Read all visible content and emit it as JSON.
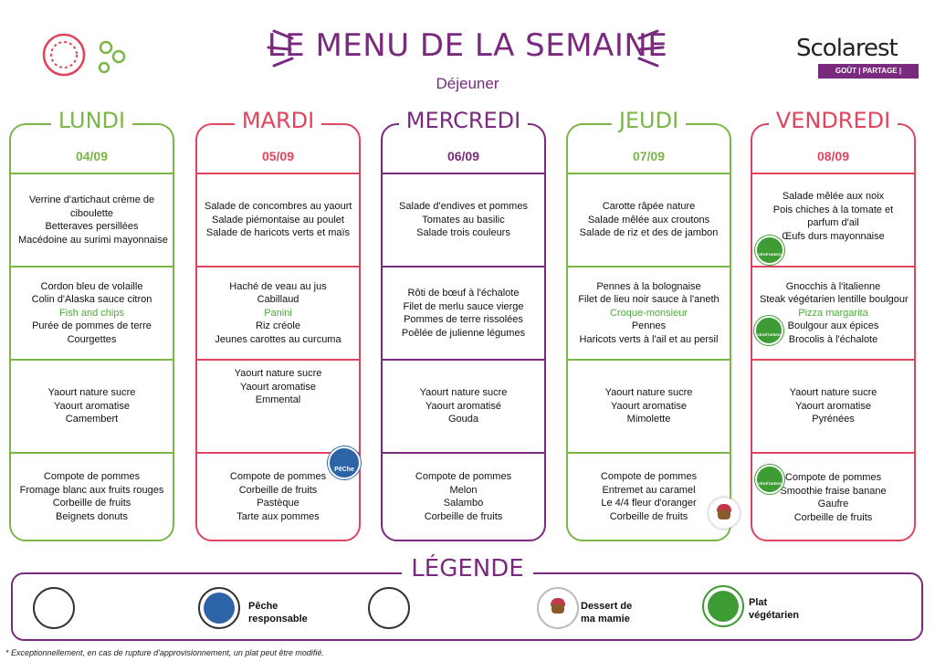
{
  "header": {
    "title": "LE MENU DE LA SEMAINE",
    "subtitle": "Déjeuner",
    "logo_word": "Scolarest",
    "logo_tagline": "GOÛT | PARTAGE | PROXIMITÉ"
  },
  "days": [
    {
      "name": "LUNDI",
      "date": "04/09",
      "color": "#7ab648",
      "sections": [
        [
          "Verrine d'artichaut crème de",
          "ciboulette",
          "Betteraves persillées",
          "Macédoine au surimi mayonnaise"
        ],
        [
          "Cordon bleu de volaille",
          "Colin d'Alaska sauce citron",
          "Fish and chips",
          "Purée de pommes de terre",
          "Courgettes"
        ],
        [
          "Yaourt nature sucre",
          "Yaourt aromatise",
          "Camembert"
        ],
        [
          "Compote de pommes",
          "Fromage blanc aux fruits rouges",
          "Corbeille de fruits",
          "Beignets donuts"
        ]
      ]
    },
    {
      "name": "MARDI",
      "date": "05/09",
      "color": "#e0455d",
      "sections": [
        [
          "Salade de concombres au yaourt",
          "Salade piémontaise au poulet",
          "Salade de haricots verts et maïs"
        ],
        [
          "Haché de veau au jus",
          "Cabillaud",
          "Panini",
          "Riz créole",
          "Jeunes carottes au curcuma"
        ],
        [
          "Yaourt nature sucre",
          "Yaourt aromatise",
          "Emmental"
        ],
        [
          "Compote de pommes",
          "Corbeille de fruits",
          "Pastèque",
          "Tarte aux pommes"
        ]
      ]
    },
    {
      "name": "MERCREDI",
      "date": "06/09",
      "color": "#7a2a7e",
      "sections": [
        [
          "Salade d'endives et pommes",
          "Tomates au basilic",
          "Salade trois couleurs"
        ],
        [
          "Rôti de bœuf à l'échalote",
          "Filet de merlu sauce vierge",
          "Pommes de terre rissolées",
          "Poêlée de julienne légumes"
        ],
        [
          "Yaourt nature sucre",
          "Yaourt aromatisé",
          "Gouda"
        ],
        [
          "Compote de pommes",
          "Melon",
          "Salambo",
          "Corbeille de fruits"
        ]
      ]
    },
    {
      "name": "JEUDI",
      "date": "07/09",
      "color": "#7ab648",
      "sections": [
        [
          "Carotte râpée nature",
          "Salade mêlée aux croutons",
          "Salade de riz et des de jambon"
        ],
        [
          "Pennes à la bolognaise",
          "Filet de lieu noir sauce à l'aneth",
          "Croque-monsieur",
          "Pennes",
          "Haricots verts à l'ail et au persil"
        ],
        [
          "Yaourt nature sucre",
          "Yaourt aromatise",
          "Mimolette"
        ],
        [
          "Compote de pommes",
          "Entremet au caramel",
          "Le 4/4 fleur d'oranger",
          "Corbeille de fruits"
        ]
      ]
    },
    {
      "name": "VENDREDI",
      "date": "08/09",
      "color": "#e0455d",
      "sections": [
        [
          "Salade mêlée aux noix",
          "Pois chiches à la tomate et",
          "parfum d'ail",
          "Œufs durs mayonnaise"
        ],
        [
          "Gnocchis à l'italienne",
          "Steak végétarien lentille boulgour",
          "Pizza margarita",
          "Boulgour aux épices",
          "Brocolis à l'échalote"
        ],
        [
          "Yaourt nature sucre",
          "Yaourt aromatise",
          "Pyrénées"
        ],
        [
          "Compote de pommes",
          "Smoothie fraise banane",
          "Gaufre",
          "Corbeille de fruits"
        ]
      ]
    }
  ],
  "highlight_color": "#4daa3a",
  "badges": {
    "vegetarian": "VÉGÉTARIEN",
    "peche": "PêChe"
  },
  "legend": {
    "title": "LÉGENDE",
    "peche_line1": "Pêche",
    "peche_line2": "responsable",
    "mamie_line1": "Dessert de",
    "mamie_line2": "ma mamie",
    "veg_line1": "Plat",
    "veg_line2": "végétarien"
  },
  "footnote": "* Exceptionnellement, en cas de rupture d'approvisionnement, un plat peut être modifié."
}
